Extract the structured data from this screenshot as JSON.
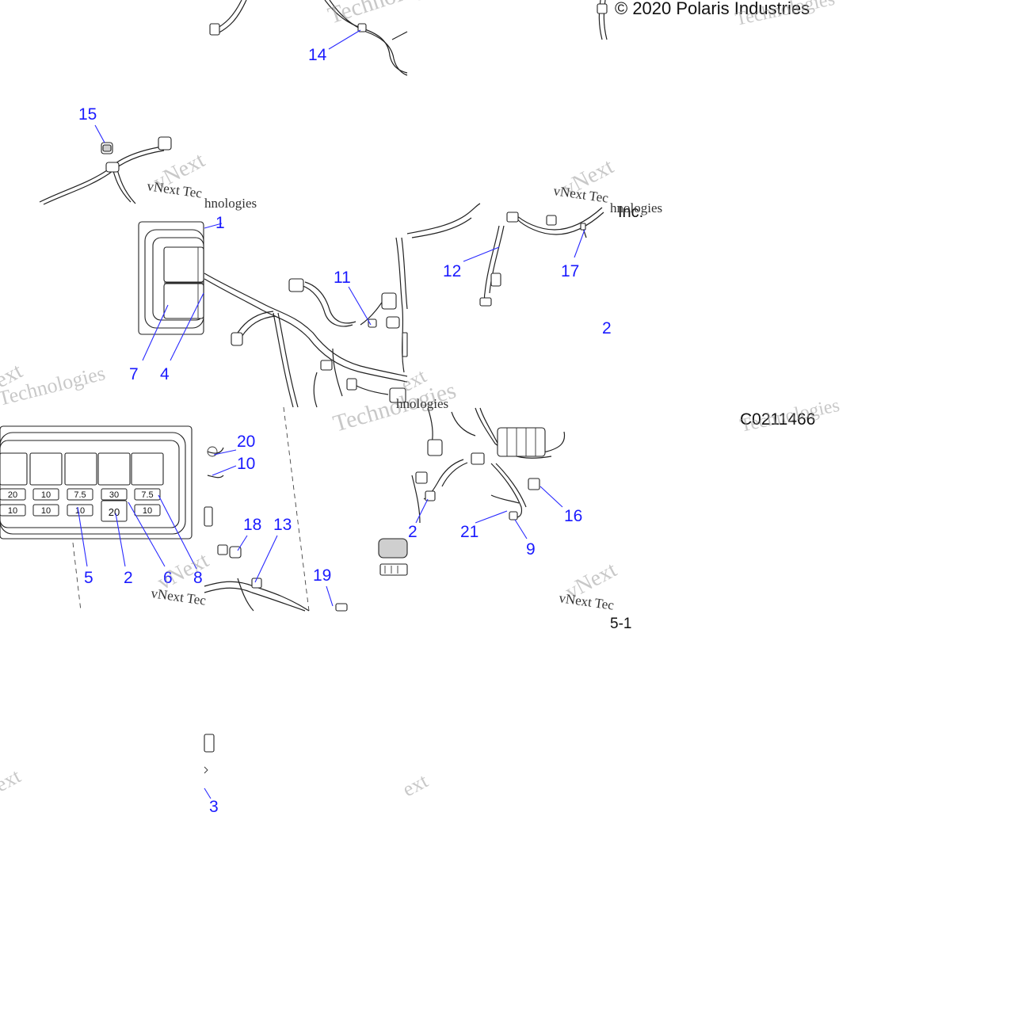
{
  "copyright": "© 2020 Polaris Industries",
  "company_fragment": "Inc.",
  "figure_code": "C0211466",
  "page_fragment": "5-1",
  "watermark": {
    "brand": "vNext",
    "technologies": "Technologies",
    "short": "ext",
    "small_line": "vNext Tec",
    "tail": "hnologies"
  },
  "callouts": [
    "1",
    "2",
    "3",
    "4",
    "5",
    "6",
    "7",
    "8",
    "9",
    "10",
    "11",
    "12",
    "13",
    "14",
    "15",
    "16",
    "17",
    "18",
    "19",
    "20",
    "21",
    "2",
    "2"
  ],
  "fuse_values": {
    "top_row": [
      "20",
      "10",
      "7.5",
      "30",
      "7.5"
    ],
    "bottom_row": [
      "10",
      "10",
      "10",
      "20",
      "10"
    ]
  }
}
